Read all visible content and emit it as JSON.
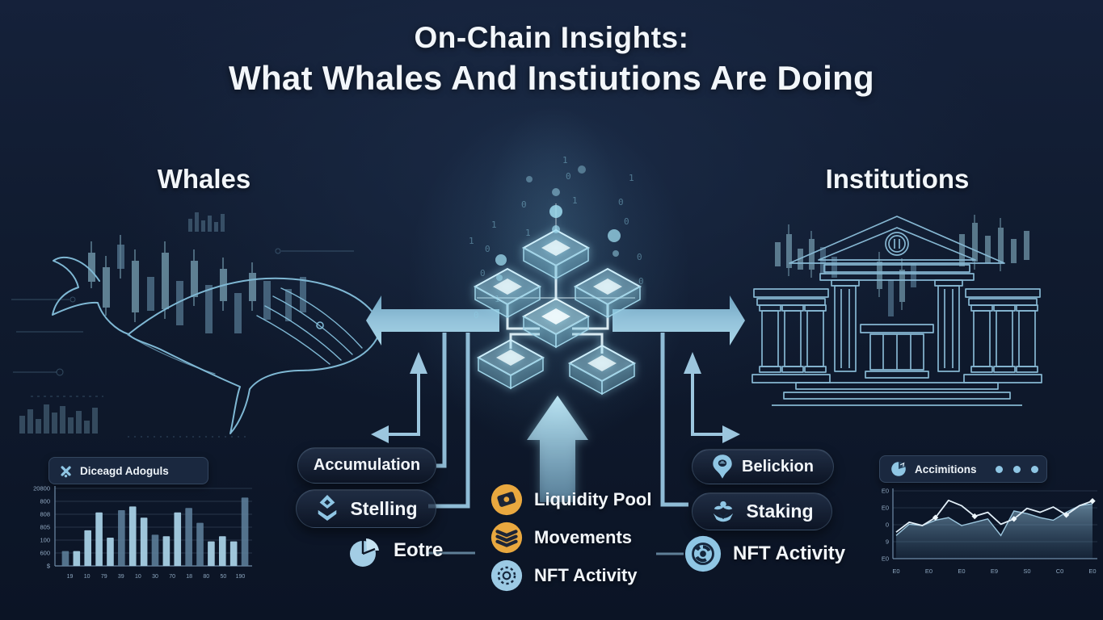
{
  "title": {
    "line1": "On-Chain Insights:",
    "line2": "What Whales And Instiutions Are Doing"
  },
  "sections": {
    "whales_label": "Whales",
    "institutions_label": "Institutions"
  },
  "left_items": [
    {
      "label": "Accumulation",
      "icon": "none"
    },
    {
      "label": "Stelling",
      "icon": "gem-layers-icon"
    },
    {
      "label": "Eotre",
      "icon": "pie-chart-icon"
    }
  ],
  "center_items": [
    {
      "label": "Liquidity Pool",
      "icon": "coin-icon",
      "icon_color": "#E9A83F"
    },
    {
      "label": "Movements",
      "icon": "layers-icon",
      "icon_color": "#E9A83F"
    },
    {
      "label": "NFT Activity",
      "icon": "dotted-ring-icon",
      "icon_color": "#9CC9E3"
    }
  ],
  "right_items": [
    {
      "label": "Belickion",
      "icon": "map-pin-icon"
    },
    {
      "label": "Staking",
      "icon": "staking-hands-icon"
    },
    {
      "label": "NFT Activity",
      "icon": "aperture-icon"
    }
  ],
  "colors": {
    "background": "#101B2F",
    "accent_cyan": "#9FDCEF",
    "illustration_stroke": "#7FB8D4",
    "arrow_blue": "#8FBCD6",
    "orange": "#E9A83F",
    "light_blue": "#8FC6E4",
    "text": "#F2F6FA"
  },
  "network": {
    "binary_digits": [
      "1",
      "0",
      "0",
      "1",
      "0",
      "1",
      "1",
      "0",
      "0",
      "1",
      "0",
      "1",
      "0",
      "0",
      "1",
      "0"
    ]
  },
  "chart_data": [
    {
      "type": "bar",
      "title": "Diceagd Adoguls",
      "title_icon": "x-spark-icon",
      "y_ticks": [
        "20800",
        "800",
        "808",
        "805",
        "100",
        "600",
        "$"
      ],
      "x_ticks": [
        "19",
        "10",
        "79",
        "39",
        "10",
        "30",
        "70",
        "18",
        "80",
        "50",
        "190"
      ],
      "values": [
        20,
        20,
        48,
        72,
        38,
        75,
        80,
        65,
        42,
        40,
        72,
        78,
        58,
        33,
        40,
        33,
        92
      ],
      "shades": [
        "dark",
        "light",
        "light",
        "light",
        "light",
        "dark",
        "light",
        "light",
        "dark",
        "light",
        "light",
        "dark",
        "dark",
        "light",
        "light",
        "light",
        "dark"
      ],
      "ylim": [
        0,
        100
      ],
      "grid": true,
      "bar_color_light": "#A6CFE4",
      "bar_color_dark": "#5D7F9B"
    },
    {
      "type": "area",
      "title": "Accimitions",
      "title_icon": "pie-clock-icon",
      "menu_dots": 3,
      "y_ticks": [
        "E0",
        "E0",
        "0",
        "9",
        "E0"
      ],
      "x_ticks": [
        "E0",
        "E0",
        "E0",
        "E9",
        "S0",
        "C0",
        "E0"
      ],
      "series": [
        {
          "name": "area",
          "values": [
            35,
            52,
            50,
            58,
            62,
            50,
            55,
            60,
            35,
            72,
            68,
            62,
            58,
            70,
            80,
            83
          ]
        },
        {
          "name": "line",
          "values": [
            40,
            55,
            50,
            62,
            88,
            80,
            64,
            70,
            52,
            60,
            76,
            70,
            78,
            66,
            80,
            87
          ]
        }
      ],
      "marker_indices": [
        3,
        6,
        9,
        13,
        15
      ],
      "ylim": [
        0,
        100
      ],
      "grid": true,
      "area_color": "#8FB9D2",
      "line_color": "#E2EFF8"
    }
  ]
}
